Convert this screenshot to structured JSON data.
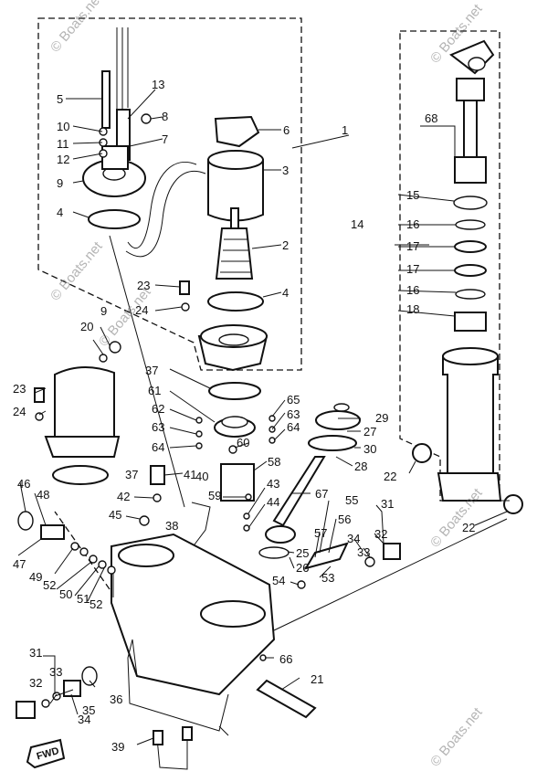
{
  "labels": [
    "1",
    "2",
    "3",
    "4",
    "4",
    "5",
    "6",
    "7",
    "8",
    "9",
    "10",
    "11",
    "12",
    "13",
    "14",
    "15",
    "16",
    "17",
    "17",
    "16",
    "18",
    "68",
    "20",
    "9",
    "23",
    "24",
    "23",
    "24",
    "37",
    "37",
    "61",
    "62",
    "63",
    "64",
    "65",
    "63",
    "64",
    "60",
    "58",
    "29",
    "27",
    "30",
    "28",
    "40",
    "41",
    "42",
    "43",
    "44",
    "67",
    "55",
    "56",
    "57",
    "25",
    "26",
    "54",
    "53",
    "31",
    "32",
    "33",
    "34",
    "59",
    "38",
    "22",
    "22",
    "46",
    "48",
    "45",
    "47",
    "49",
    "52",
    "50",
    "51",
    "52",
    "66",
    "21",
    "31",
    "32",
    "33",
    "34",
    "35",
    "36",
    "39"
  ],
  "watermarks": [
    "© Boats.net",
    "© Boats.net",
    "© Boats.net",
    "© Boats.net",
    "© Boats.net",
    "© Boats.net"
  ],
  "badge": "FWD"
}
